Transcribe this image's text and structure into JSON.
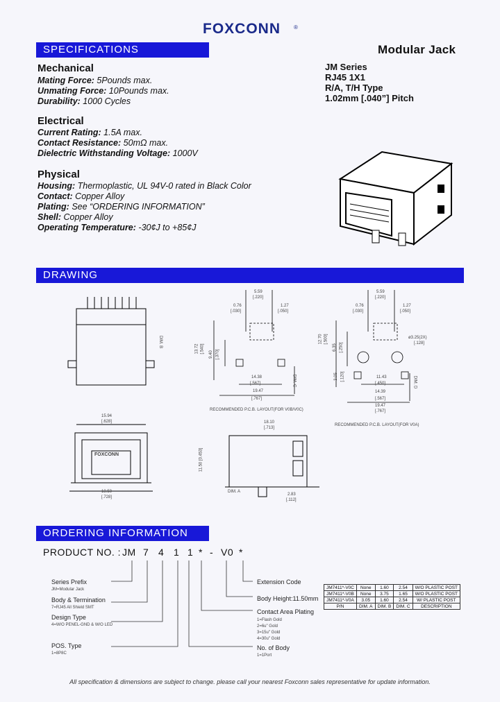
{
  "header": {
    "logo": "FOXCONN",
    "logo_mark": "®"
  },
  "sections": {
    "specifications": "SPECIFICATIONS",
    "drawing": "DRAWING",
    "ordering": "ORDERING INFORMATION"
  },
  "product": {
    "title": "Modular Jack",
    "series": "JM Series",
    "type1": "RJ45 1X1",
    "type2": "R/A, T/H Type",
    "pitch": "1.02mm [.040”] Pitch"
  },
  "mechanical": {
    "heading": "Mechanical",
    "mating_label": "Mating Force:",
    "mating_value": " 5Pounds max.",
    "unmating_label": "Unmating Force:",
    "unmating_value": " 10Pounds max.",
    "durability_label": "Durability:",
    "durability_value": " 1000 Cycles"
  },
  "electrical": {
    "heading": "Electrical",
    "current_label": "Current Rating:",
    "current_value": " 1.5A max.",
    "contact_label": "Contact Resistance:",
    "contact_value": " 50mΩ max.",
    "dielectric_label": "Dielectric Withstanding Voltage:",
    "dielectric_value": " 1000V"
  },
  "physical": {
    "heading": "Physical",
    "housing_label": "Housing:",
    "housing_value": " Thermoplastic, UL 94V-0 rated in Black Color",
    "contact_label": "Contact:",
    "contact_value": " Copper Alloy",
    "plating_label": "Plating:",
    "plating_value": " See “ORDERING INFORMATION”",
    "shell_label": "Shell:",
    "shell_value": " Copper Alloy",
    "temp_label": "Operating Temperature:",
    "temp_value": " -30¢J  to  +85¢J"
  },
  "drawing": {
    "dims": {
      "d1": "5.59",
      "d1b": "[.220]",
      "d2": "0.76",
      "d2b": "[.030]",
      "d3": "1.27",
      "d3b": "[.050]",
      "d4": "13.72",
      "d4b": "[.540]",
      "d5": "9.40",
      "d5b": "[.370]",
      "d6": "14.38",
      "d6b": "[.567]",
      "d7": "19.47",
      "d7b": "[.767]",
      "d8": "5.59",
      "d8b": "[.220]",
      "d9": "0.76",
      "d9b": "[.030]",
      "d10": "1.27",
      "d10b": "[.050]",
      "d11": "12.70",
      "d11b": "[.500]",
      "d12": "6.35",
      "d12b": "[.250]",
      "d13": "ø3.25(2X)",
      "d13b": "[.128]",
      "d14": "11.43",
      "d14b": "[.450]",
      "d15": "14.39",
      "d15b": "[.567]",
      "d16": "19.47",
      "d16b": "[.767]",
      "d17": "3.05",
      "d17b": "[.120]",
      "d18": "15.94",
      "d18b": "[.628]",
      "d19": "18.50",
      "d19b": "[.728]",
      "d20": "18.10",
      "d20b": "[.713]",
      "d21": "11.50 [0.453]",
      "d22": "2.83",
      "d22b": "[.112]",
      "dimb": "DIM. B",
      "dimc": "DIM. C",
      "dimd": "DIM. D",
      "dima": "DIM. A"
    },
    "pcb_vb": "RECOMMENDED P.C.B. LAYOUT(FOR V0B/V0C)",
    "pcb_va": "RECOMMENDED P.C.B. LAYOUT(FOR V0A)",
    "front_logo": "FOXCONN"
  },
  "ordering": {
    "pn_label": "PRODUCT NO. :",
    "pn_parts": [
      "JM",
      "7",
      "4",
      "1",
      "1",
      "*",
      "-",
      "V0",
      "*"
    ],
    "series_prefix": "Series Prefix",
    "series_prefix_sub": "JM=Modular Jack",
    "body_term": "Body & Termination",
    "body_term_sub": "7=RJ45 All Shield SMT",
    "design_type": "Design Type",
    "design_type_sub": "4=W/O PENEL-GND & W/O LED",
    "pos_type": "POS. Type",
    "pos_type_sub": "1=8P8C",
    "ext_code": "Extension Code",
    "body_height": "Body Height:11.50mm",
    "contact_plating": "Contact Area Plating",
    "contact_plating_sub": [
      "1=Flash Gold",
      "2=6u\" Gold",
      "3=15u\" Gold",
      "4=30u\" Gold"
    ],
    "no_body": "No. of Body",
    "no_body_sub": "1=1Port",
    "table": [
      [
        "JM7411*-V0C",
        "None",
        "1.60",
        "2.54",
        "W/O PLASTIC POST"
      ],
      [
        "JM7411*-V0B",
        "None",
        "3.75",
        "1.65",
        "W/O PLASTIC POST"
      ],
      [
        "JM7411*-V0A",
        "3.05",
        "1.60",
        "2.54",
        "W/ PLASTIC POST"
      ],
      [
        "P/N",
        "DIM. A",
        "DIM. B",
        "DIM. C",
        "DESCRIPTION"
      ]
    ]
  },
  "footer": "All specification & dimensions are subject to change. please call your nearest Foxconn sales representative for update information."
}
